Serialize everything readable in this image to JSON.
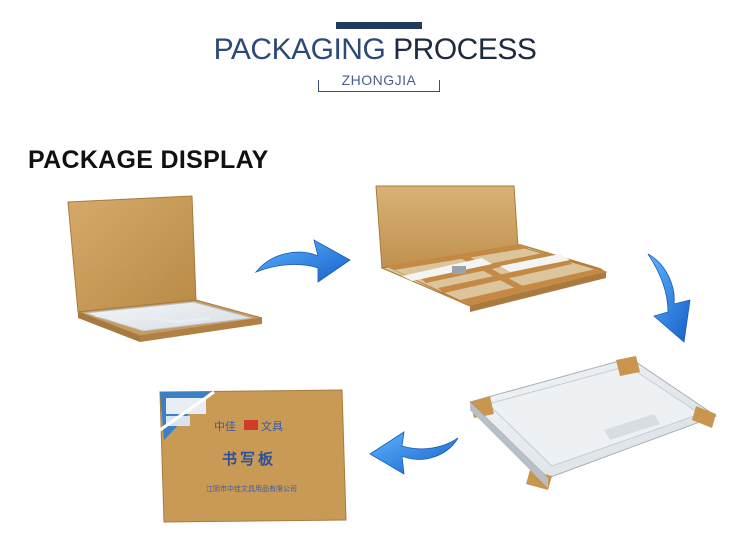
{
  "header": {
    "title_part1": "PACKAGING",
    "title_part2": "PROCESS",
    "subtitle": "ZHONGJIA"
  },
  "section": {
    "title": "PACKAGE DISPLAY"
  },
  "box_print": {
    "brand": "中佳",
    "brand_suffix": "文具",
    "product": "书写板",
    "company": "江阴市中佳文具用品有限公司"
  },
  "colors": {
    "navy": "#203a5e",
    "cardboard": "#c89b58",
    "arrow_blue": "#2a7fe0"
  },
  "icons": [
    "arrow-right-icon",
    "arrow-down-icon",
    "arrow-left-icon"
  ]
}
